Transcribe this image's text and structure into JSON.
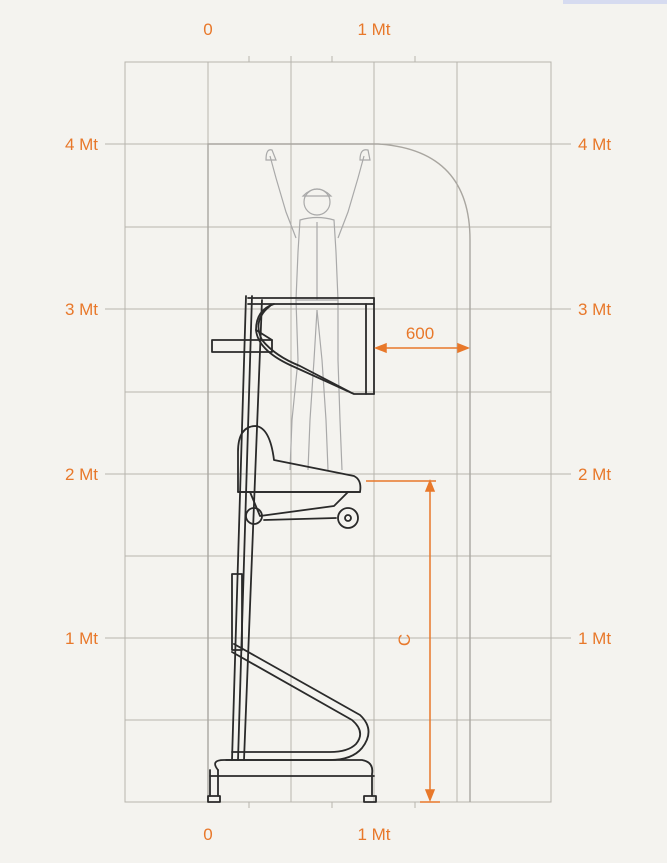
{
  "labels": {
    "top_zero": "0",
    "top_one": "1 Mt",
    "bottom_zero": "0",
    "bottom_one": "1 Mt",
    "left_4": "4 Mt",
    "left_3": "3 Mt",
    "left_2": "2 Mt",
    "left_1": "1 Mt",
    "right_4": "4 Mt",
    "right_3": "3 Mt",
    "right_2": "2 Mt",
    "right_1": "1 Mt",
    "dim_width": "600",
    "dim_height": "C"
  },
  "colors": {
    "accent": "#e8782a",
    "grid": "#b7b4ad",
    "machine": "#2a2a2a",
    "operator": "#a9a9a9",
    "background": "#f4f3ef"
  }
}
